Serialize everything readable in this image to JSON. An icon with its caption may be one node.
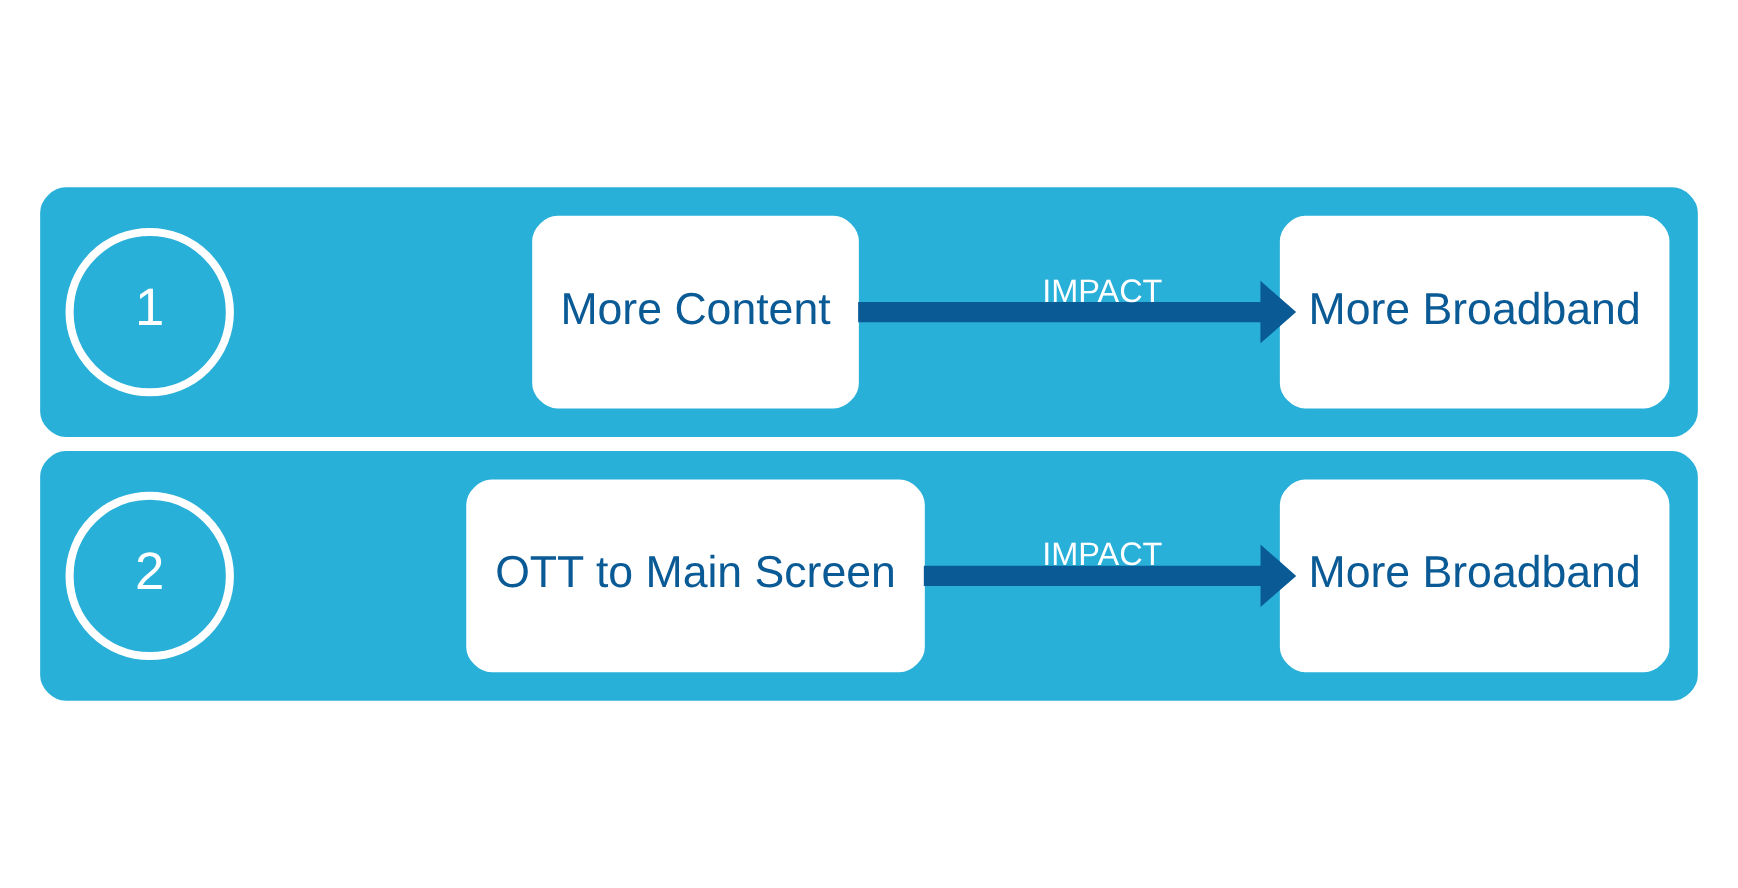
{
  "diagram": {
    "nodes": [
      {
        "text": [],
        "shape": "band"
      },
      {
        "text": [
          "1"
        ],
        "in": 0
      },
      {
        "text": [
          "More Content"
        ],
        "in": 0
      },
      {
        "text": [
          "More Broadband"
        ],
        "in": 0
      },
      {
        "text": [],
        "shape": "band"
      },
      {
        "text": [
          "2"
        ],
        "in": 4
      },
      {
        "text": [
          "OTT to Main Screen"
        ],
        "in": 4
      },
      {
        "text": [
          "More Broadband"
        ],
        "in": 4
      }
    ],
    "edges": [
      {
        "from": 2,
        "to": 3,
        "arrow": "to",
        "label": "IMPACT"
      },
      {
        "from": 6,
        "to": 7,
        "arrow": "to",
        "label": "IMPACT"
      }
    ]
  }
}
